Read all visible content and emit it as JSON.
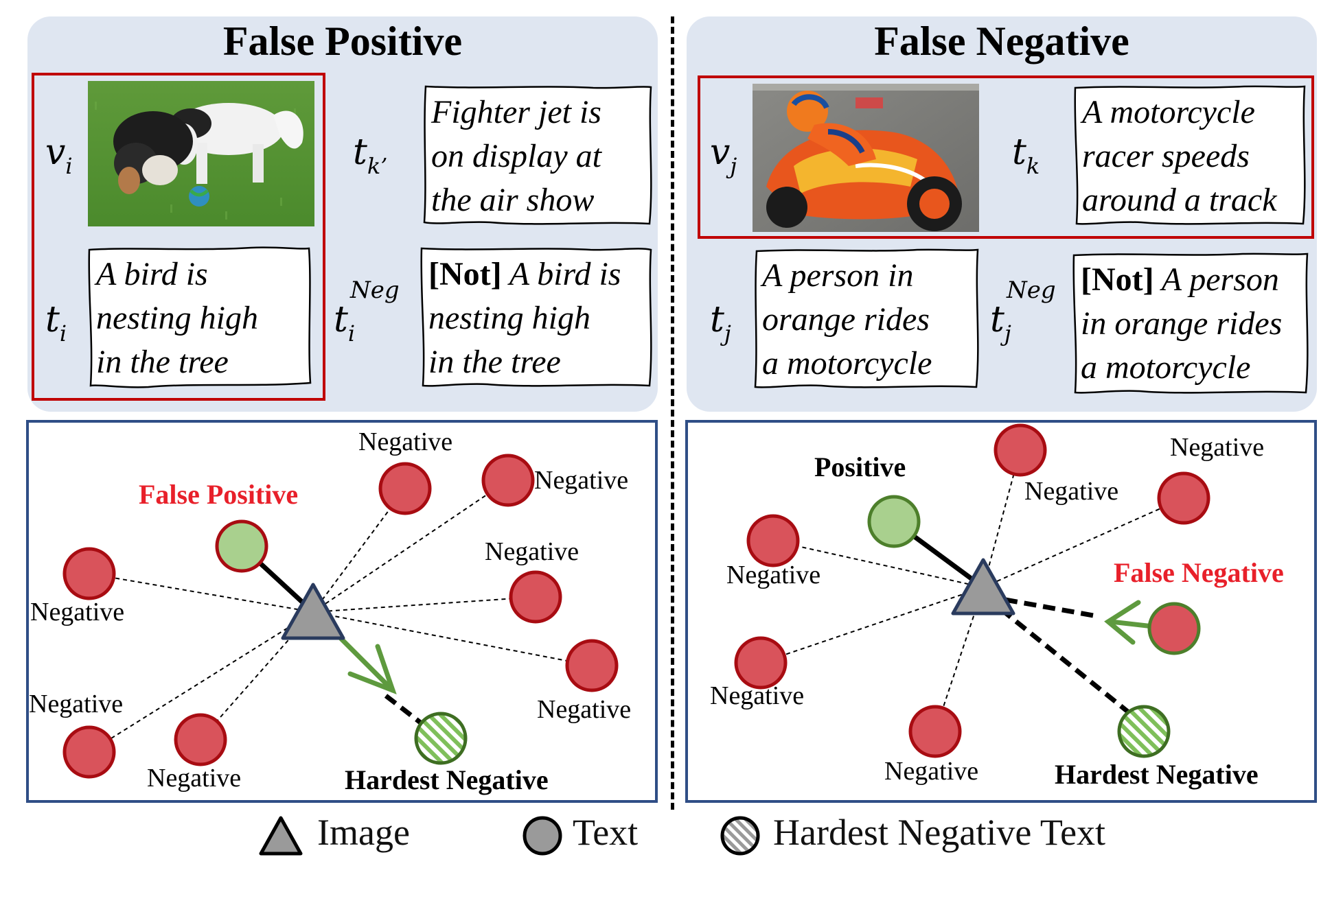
{
  "false_positive": {
    "title": "False Positive",
    "image_symbol": {
      "base": "v",
      "sub": "i"
    },
    "captions": [
      {
        "symbol": {
          "base": "t",
          "sub": "k’"
        },
        "text": "Fighter jet is\non display at\nthe air show"
      },
      {
        "symbol": {
          "base": "t",
          "sub": "i"
        },
        "text": "A bird is\nnesting high\nin the tree"
      },
      {
        "symbol": {
          "base": "t",
          "sub": "i",
          "sup": "Neg"
        },
        "bold_prefix": "[Not]",
        "text": " A bird is\nnesting high\nin the tree"
      }
    ],
    "diagram": {
      "highlight_label": "False Positive",
      "hardest_label": "Hardest Negative",
      "negative_label": "Negative",
      "highlight_color": "#e8202a"
    }
  },
  "false_negative": {
    "title": "False Negative",
    "image_symbol": {
      "base": "v",
      "sub": "j"
    },
    "captions": [
      {
        "symbol": {
          "base": "t",
          "sub": "k"
        },
        "text": "A motorcycle\nracer speeds\naround a track"
      },
      {
        "symbol": {
          "base": "t",
          "sub": "j"
        },
        "text": "A person in\norange rides\na motorcycle"
      },
      {
        "symbol": {
          "base": "t",
          "sub": "j",
          "sup": "Neg"
        },
        "bold_prefix": "[Not]",
        "text": " A person\nin orange rides\na motorcycle"
      }
    ],
    "diagram": {
      "positive_label": "Positive",
      "highlight_label": "False Negative",
      "hardest_label": "Hardest Negative",
      "negative_label": "Negative",
      "highlight_color": "#e8202a"
    }
  },
  "legend": {
    "image": "Image",
    "text": "Text",
    "hardest": "Hardest Negative Text"
  },
  "colors": {
    "panel_bg": "#dfe6f1",
    "red_box": "#c00000",
    "diagram_border": "#2f4e86",
    "negative_fill": "#d9535b",
    "negative_stroke": "#a80c12",
    "positive_fill": "#a9d08e",
    "positive_stroke": "#4d7f2b",
    "image_fill": "#9a9a9a",
    "image_stroke": "#2a3b5e",
    "arrow_green": "#5e9a3e"
  }
}
